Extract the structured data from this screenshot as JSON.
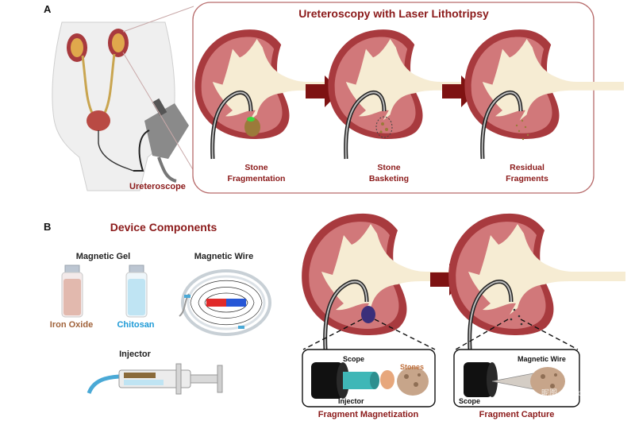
{
  "panel_a": {
    "letter": "A",
    "title": "Ureteroscopy with Laser Lithotripsy",
    "scope_label": "Ureteroscope",
    "steps": [
      {
        "line1": "Stone",
        "line2": "Fragmentation"
      },
      {
        "line1": "Stone",
        "line2": "Basketing"
      },
      {
        "line1": "Residual",
        "line2": "Fragments"
      }
    ]
  },
  "panel_b": {
    "letter": "B",
    "title": "Device Components",
    "gel_title": "Magnetic Gel",
    "vial_left": "Iron Oxide",
    "vial_right": "Chitosan",
    "wire_title": "Magnetic Wire",
    "injector_title": "Injector",
    "magnetization": {
      "caption": "Fragment Magnetization",
      "scope": "Scope",
      "injector": "Injector",
      "stones": "Stones"
    },
    "capture": {
      "caption": "Fragment Capture",
      "wire": "Magnetic Wire",
      "scope": "Scope"
    }
  },
  "colors": {
    "title_red": "#8b1a1a",
    "kidney_dark": "#a83a3e",
    "kidney_light": "#d1787a",
    "pelvis": "#f6ecd3",
    "arrow": "#7e1212",
    "vial_left_label": "#a0623a",
    "vial_right_label": "#1e9ad6"
  },
  "watermark": "昵图 nipic.com"
}
